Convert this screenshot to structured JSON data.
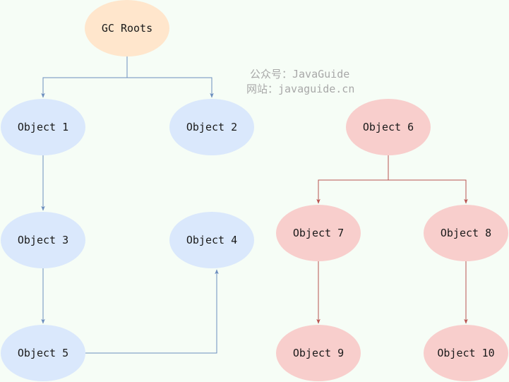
{
  "diagram": {
    "watermark": {
      "line1": "公众号：JavaGuide",
      "line2": "网站：javaguide.cn"
    },
    "colors": {
      "root_fill": "#ffe6cc",
      "reachable_fill": "#dae8fc",
      "unreachable_fill": "#f8cecc",
      "reachable_edge": "#6c8ebf",
      "unreachable_edge": "#b85450",
      "root_edge": "#6c8ebf",
      "background": "#f6fdf6"
    },
    "nodes": [
      {
        "id": "gc-roots",
        "label": "GC Roots",
        "group": "root"
      },
      {
        "id": "object-1",
        "label": "Object 1",
        "group": "reachable"
      },
      {
        "id": "object-2",
        "label": "Object 2",
        "group": "reachable"
      },
      {
        "id": "object-3",
        "label": "Object 3",
        "group": "reachable"
      },
      {
        "id": "object-4",
        "label": "Object 4",
        "group": "reachable"
      },
      {
        "id": "object-5",
        "label": "Object 5",
        "group": "reachable"
      },
      {
        "id": "object-6",
        "label": "Object 6",
        "group": "unreachable"
      },
      {
        "id": "object-7",
        "label": "Object 7",
        "group": "unreachable"
      },
      {
        "id": "object-8",
        "label": "Object 8",
        "group": "unreachable"
      },
      {
        "id": "object-9",
        "label": "Object 9",
        "group": "unreachable"
      },
      {
        "id": "object-10",
        "label": "Object 10",
        "group": "unreachable"
      }
    ],
    "edges": [
      {
        "from": "gc-roots",
        "to": "object-1"
      },
      {
        "from": "gc-roots",
        "to": "object-2"
      },
      {
        "from": "object-1",
        "to": "object-3"
      },
      {
        "from": "object-3",
        "to": "object-5"
      },
      {
        "from": "object-5",
        "to": "object-4"
      },
      {
        "from": "object-6",
        "to": "object-7"
      },
      {
        "from": "object-6",
        "to": "object-8"
      },
      {
        "from": "object-7",
        "to": "object-9"
      },
      {
        "from": "object-8",
        "to": "object-10"
      }
    ]
  }
}
